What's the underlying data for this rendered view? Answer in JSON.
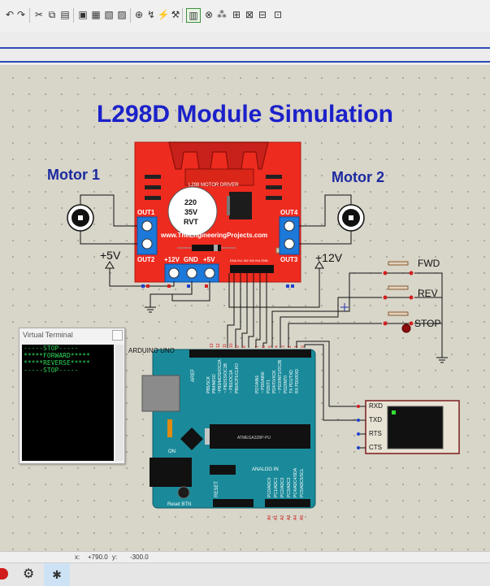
{
  "toolbar": {
    "icons": [
      "undo-icon",
      "redo-icon",
      "cut-icon",
      "copy-icon",
      "paste-icon",
      "block-copy-icon",
      "block-move-icon",
      "block-rotate-icon",
      "block-delete-icon",
      "zoom-icon",
      "search-replace-icon",
      "wire-autorouter-icon",
      "tools-icon",
      "pick-device-icon",
      "binoculars-icon",
      "property-icon",
      "new-sheet-icon",
      "remove-sheet-icon",
      "export-icon",
      "design-explorer-icon"
    ]
  },
  "canvas": {
    "title": "L298D Module Simulation",
    "motor1": "Motor 1",
    "motor2": "Motor 2",
    "plus5v": "+5V",
    "plus12v": "+12V"
  },
  "l298": {
    "board_title": "L298 MOTOR DRIVER",
    "cap_lines": [
      "220",
      "35V",
      "RVT"
    ],
    "website": "www.TheEngineeringProjects.com",
    "out1": "OUT1",
    "out2": "OUT2",
    "out3": "OUT3",
    "out4": "OUT4",
    "v12": "+12V",
    "gnd": "GND",
    "v5": "+5V",
    "enable_label": "ENA IN1 IN2 IN3 IN4 ENB",
    "color": "#ee2b1f"
  },
  "buttons": [
    "FWD",
    "REV",
    "STOP"
  ],
  "arduino": {
    "label": "ARDUINO UNO",
    "aref": "AREF",
    "on": "ON",
    "reset_btn": "Reset BTN",
    "reset": "RESET",
    "analog_in": "ANALOG IN",
    "chip": "ATMEGA328P-PU",
    "pins_top": [
      "PB5/SCK",
      "PB4/MISO",
      "~PB3/MOSI/OC2A",
      "~ PB2/SS/OC1B",
      "~ PB1/OC1A",
      "PB0/ICP1/CLKO",
      "PD7/AIN1",
      "~ PD6/AIN0",
      "PD5/T1",
      "PD4/T0/XCK",
      "~ PD3/INT1/OC2B",
      "PD2/INT0",
      "TX PD1/TXD",
      "RX PD0/RXD"
    ],
    "pin_numbers": [
      "13",
      "12",
      "11",
      "10",
      "9",
      "8",
      "7",
      "6",
      "5",
      "4",
      "3",
      "2",
      "1",
      "0"
    ],
    "pins_bottom": [
      "PC0/ADC0",
      "PC1/ADC1",
      "PC2/ADC2",
      "PC3/ADC3",
      "PC4/ADC4/SDA",
      "PC5/ADC5/SCL"
    ],
    "analog_numbers": [
      "A0",
      "A1",
      "A2",
      "A3",
      "A4",
      "A5"
    ],
    "color": "#1a8a9a"
  },
  "virtual_terminal": {
    "title": "Virtual Terminal",
    "lines": [
      "-----STOP-----",
      "*****FORWARD*****",
      "*****REVERSE*****",
      "-----STOP-----"
    ]
  },
  "vt_device": {
    "pins": [
      "RXD",
      "TXD",
      "RTS",
      "CTS"
    ]
  },
  "status": {
    "x_label": "x:",
    "x_value": "+790.0",
    "y_label": "y:",
    "y_value": "-300.0"
  },
  "taskbar": {
    "icons": [
      "record-icon",
      "gear-icon",
      "bug-icon"
    ]
  }
}
